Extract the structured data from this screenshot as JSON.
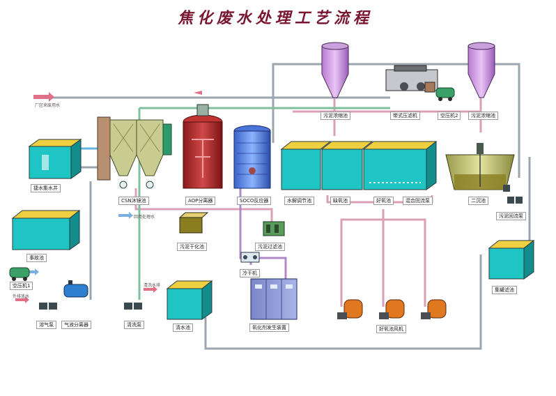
{
  "title": "焦化废水处理工艺流程",
  "colors": {
    "pipe_gray": "#9aa5ad",
    "pipe_pink": "#d9a0b8",
    "pipe_green": "#7fbf9f",
    "pipe_purple": "#b088c8",
    "water": "#1fc4c4",
    "tank_top": "#f0d040",
    "sludge": "#8a7d20",
    "pump_orange": "#e07820"
  },
  "labels": {
    "inflow_note": "厂区来废用水",
    "pool_feed": "捷水集水井",
    "pool_accident": "事故池",
    "air_compressor_1": "空压机1",
    "gas_separator": "气液分离器",
    "dissolved_air": "溶气泵",
    "csn": "CSN沐镜池",
    "aop": "AOP分离器",
    "soco": "SOCO反应器",
    "sludge_dry": "污泥干化池",
    "sludge_filter": "污泥过滤池",
    "cooler": "冷干机",
    "ozone": "氧化剂发生装置",
    "wash_pump": "清洗泵",
    "clear_pool": "清水池",
    "equalize": "水解调节池",
    "anoxic": "缺氧池",
    "aerobic": "好氧池",
    "mix_return": "混合回流泵",
    "secondary": "二沉池",
    "sludge_return": "污泥回流泵",
    "final_pool": "集罐滤池",
    "blower": "好氧池风机",
    "sludge_thick_1": "污泥浓缩池",
    "belt_press": "带式压滤机",
    "air_compressor_2": "空压机2",
    "sludge_thick_2": "污泥浓缩池",
    "reuse_note": "回用处理水",
    "clean_note": "清洗水排",
    "outlet_note": "外排放水"
  }
}
